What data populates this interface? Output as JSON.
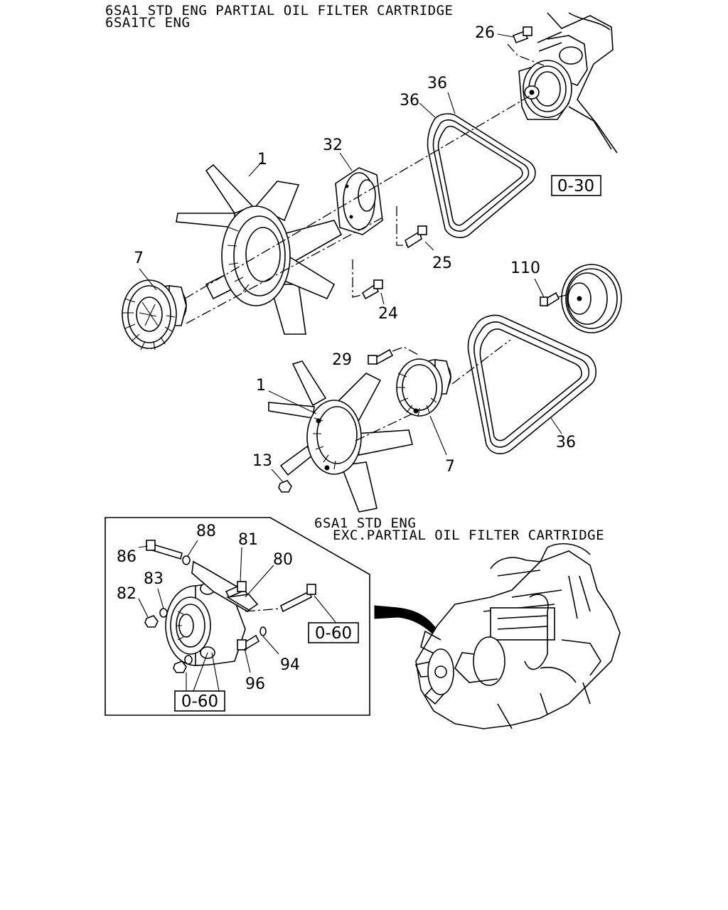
{
  "header": {
    "line1": "6SA1 STD ENG PARTIAL OIL FILTER CARTRIDGE",
    "line2": "6SA1TC ENG"
  },
  "inset_caption": {
    "line1": "6SA1 STD ENG",
    "line2": "EXC.PARTIAL OIL FILTER CARTRIDGE"
  },
  "callouts": {
    "c26": "26",
    "c36a": "36",
    "c36b": "36",
    "c32": "32",
    "c1a": "1",
    "c7a": "7",
    "c25": "25",
    "c24": "24",
    "c110": "110",
    "c29": "29",
    "c1b": "1",
    "c13": "13",
    "c7b": "7",
    "c36c": "36",
    "c88": "88",
    "c81": "81",
    "c86": "86",
    "c80": "80",
    "c83": "83",
    "c82": "82",
    "c94": "94",
    "c96": "96"
  },
  "refs": {
    "r030": "0-30",
    "r060a": "0-60",
    "r060b": "0-60"
  }
}
